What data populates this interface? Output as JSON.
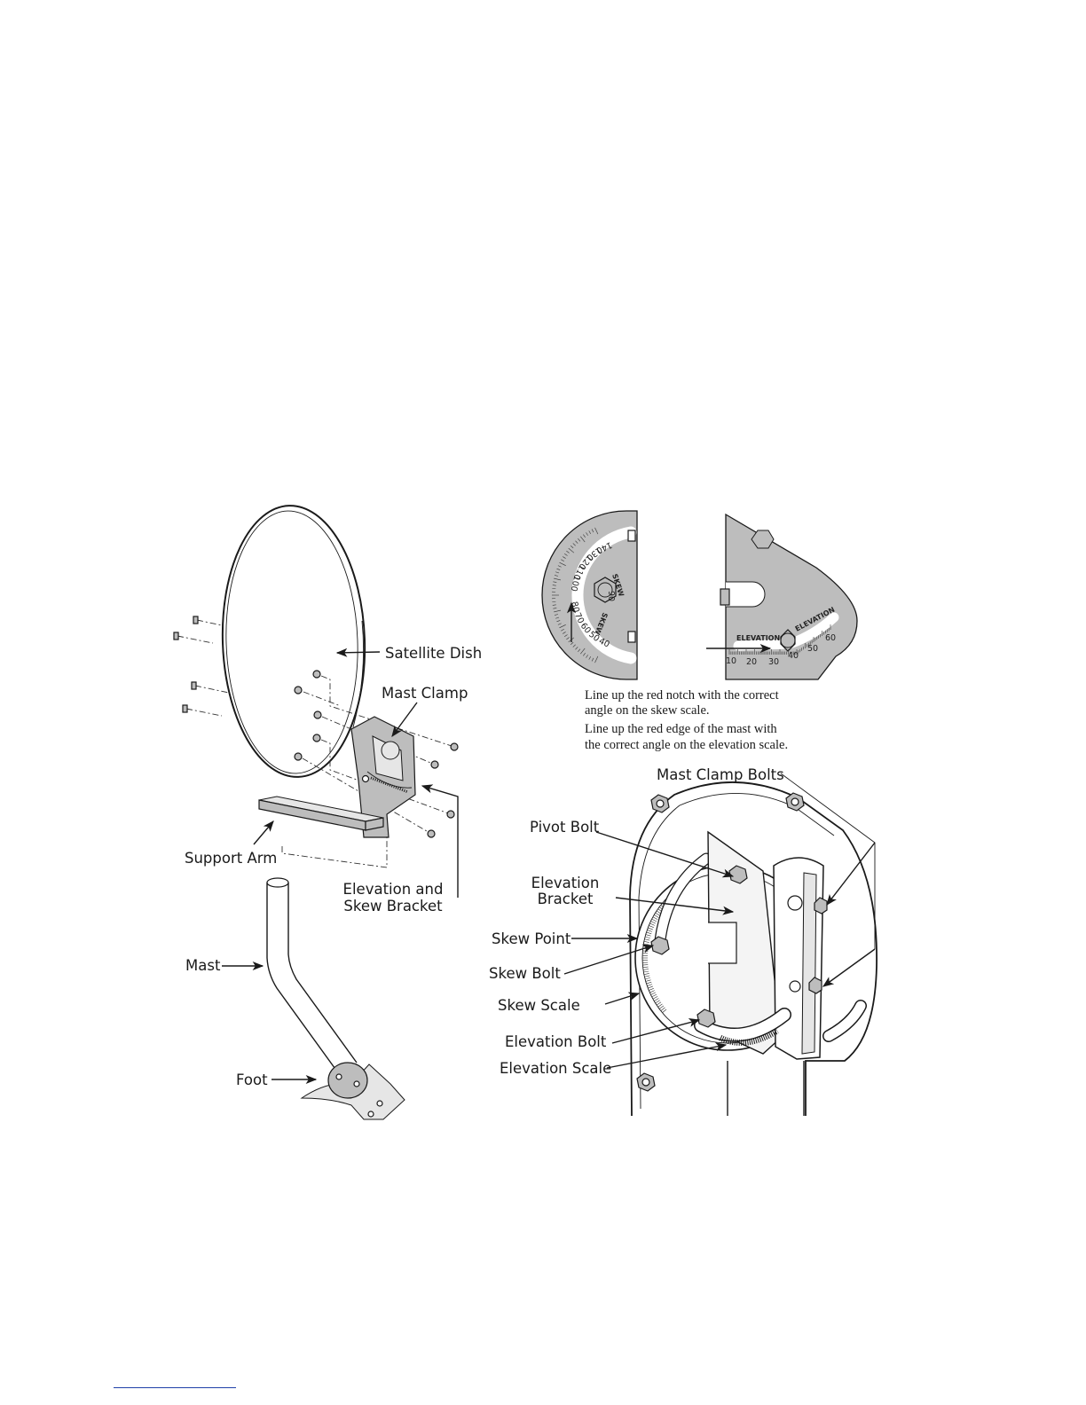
{
  "left_diagram": {
    "satellite_dish": "Satellite Dish",
    "mast_clamp": "Mast Clamp",
    "support_arm": "Support Arm",
    "elevation_skew_bracket": [
      "Elevation and",
      "Skew Bracket"
    ],
    "mast": "Mast",
    "foot": "Foot"
  },
  "scale_inset": {
    "skew_word": "SKEW",
    "skew_ticks": [
      "140",
      "130",
      "120",
      "110",
      "100",
      "90",
      "80",
      "70",
      "60",
      "50",
      "40"
    ],
    "skew_ninety": "90",
    "elevation_word": "ELEVATION",
    "elevation_ticks": [
      "10",
      "20",
      "30",
      "40",
      "50",
      "60"
    ]
  },
  "captions": [
    [
      "Line up the red notch with the correct",
      "angle on the skew scale."
    ],
    [
      "Line up the red edge of the mast with",
      "the correct angle on the elevation scale."
    ]
  ],
  "detail_diagram": {
    "mast_clamp_bolts": "Mast Clamp Bolts",
    "pivot_bolt": "Pivot Bolt",
    "elevation_bracket": [
      "Elevation",
      "Bracket"
    ],
    "skew_point": "Skew Point",
    "skew_bolt": "Skew Bolt",
    "skew_scale": "Skew Scale",
    "elevation_bolt": "Elevation Bolt",
    "elevation_scale": "Elevation Scale"
  },
  "colors": {
    "footer_rule": "#1f3fa8",
    "scale_plate": "#bdbdbd"
  }
}
